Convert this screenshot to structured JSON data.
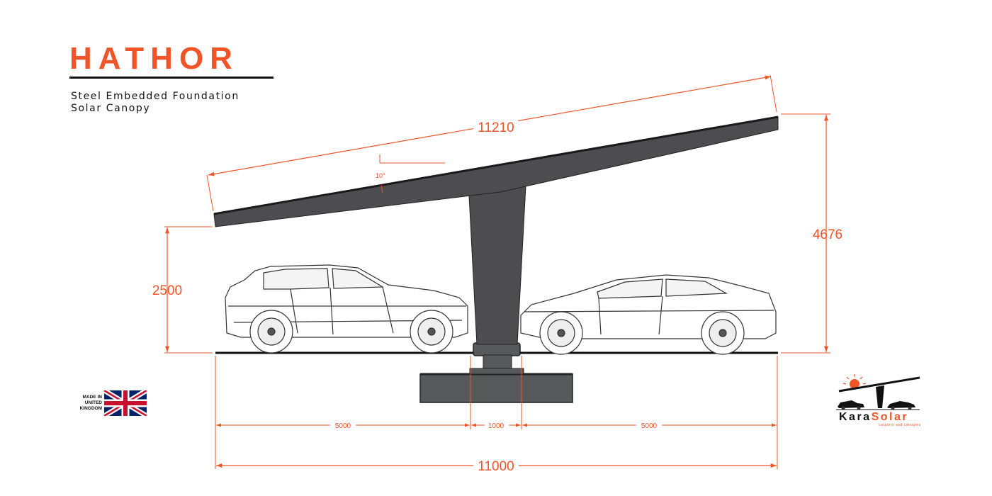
{
  "header": {
    "title": "HATHOR",
    "subtitle_line1": "Steel Embedded Foundation",
    "subtitle_line2": "Solar Canopy"
  },
  "dimensions": {
    "canopy_length": "11210",
    "angle": "10°",
    "front_height": "2500",
    "rear_height": "4676",
    "left_bay": "5000",
    "post_width": "1000",
    "right_bay": "5000",
    "total_width": "11000"
  },
  "badge": {
    "line1": "MADE IN",
    "line2": "UNITED",
    "line3": "KINGDOM"
  },
  "logo": {
    "name_part1": "Kara",
    "name_part2": "Solar",
    "tagline": "carports and canopies"
  },
  "colors": {
    "accent": "#ef5527",
    "structure": "#4d4d4f",
    "structure_dark": "#222222",
    "foundation": "#58595b",
    "line": "#111111"
  }
}
